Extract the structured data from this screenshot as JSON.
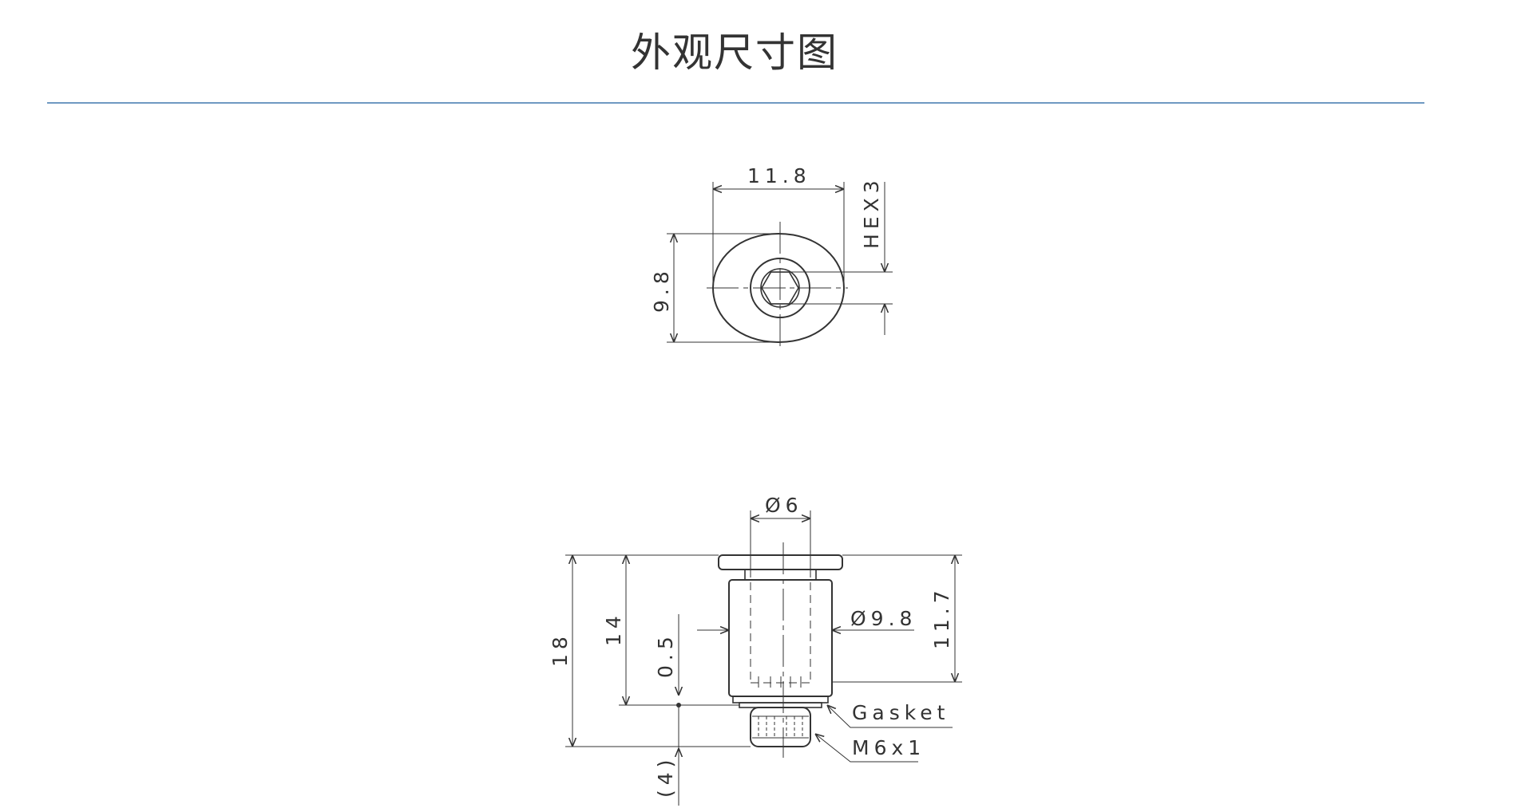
{
  "header": {
    "title": "外观尺寸图"
  },
  "top_view": {
    "width_dim": "11.8",
    "height_dim": "9.8",
    "hex_dim": "HEX3"
  },
  "side_view": {
    "tube_dia_dim": "Ø6",
    "body_dia_dim": "Ø9.8",
    "overall_len_dim": "18",
    "body_len_dim": "14",
    "right_len_dim": "11.7",
    "gap_dim": "0.5",
    "thread_ref_dim": "(4)",
    "gasket_label": "Gasket",
    "thread_label": "M6x1"
  },
  "colors": {
    "title_rule": "#6f99c2",
    "line": "#333333"
  }
}
